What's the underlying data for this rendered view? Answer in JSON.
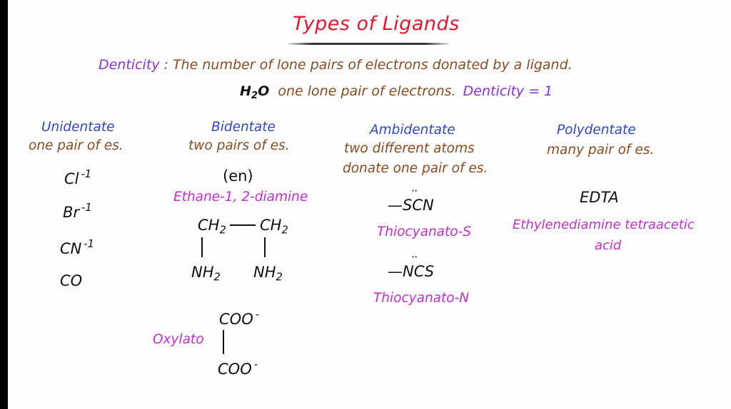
{
  "title": "Types of Ligands",
  "definition": {
    "term": "Denticity :",
    "text": "The number of lone pairs of electrons donated by a ligand."
  },
  "example": {
    "formula_main": "H",
    "formula_sub": "2",
    "formula_end": "O",
    "text": "one lone pair of electrons.",
    "result": "Denticity = 1"
  },
  "columns": [
    {
      "heading": "Unidentate",
      "subheading": "one pair of es.",
      "items": [
        {
          "base": "Cl",
          "charge": "-1"
        },
        {
          "base": "Br",
          "charge": "-1"
        },
        {
          "base": "CN",
          "charge": "-1"
        },
        {
          "base": "CO",
          "charge": ""
        }
      ]
    },
    {
      "heading": "Bidentate",
      "subheading": "two pairs of es.",
      "abbrev": "(en)",
      "name": "Ethane-1, 2-diamine",
      "structure": {
        "ch2_left": "CH",
        "ch2_left_sub": "2",
        "ch2_right": "CH",
        "ch2_right_sub": "2",
        "nh2_left": "NH",
        "nh2_left_sub": "2",
        "nh2_right": "NH",
        "nh2_right_sub": "2"
      },
      "second_example": {
        "name": "Oxylato",
        "top": "COO",
        "top_charge": "-",
        "bottom": "COO",
        "bottom_charge": "-"
      }
    },
    {
      "heading": "Ambidentate",
      "subheading_line1": "two different atoms",
      "subheading_line2": "donate one pair of es.",
      "items": [
        {
          "formula": "—SCN",
          "lone_pair": "··",
          "name": "Thiocyanato-S"
        },
        {
          "formula": "—NCS",
          "lone_pair": "··",
          "name": "Thiocyanato-N"
        }
      ]
    },
    {
      "heading": "Polydentate",
      "subheading": "many pair of es.",
      "example": "EDTA",
      "name_line1": "Ethylenediamine tetraacetic",
      "name_line2": "acid"
    }
  ],
  "colors": {
    "title": "#e0182d",
    "term": "#8e2fd6",
    "body": "#8a4a20",
    "heading": "#2e45d0",
    "name": "#c42ecf",
    "formula": "#111111"
  }
}
